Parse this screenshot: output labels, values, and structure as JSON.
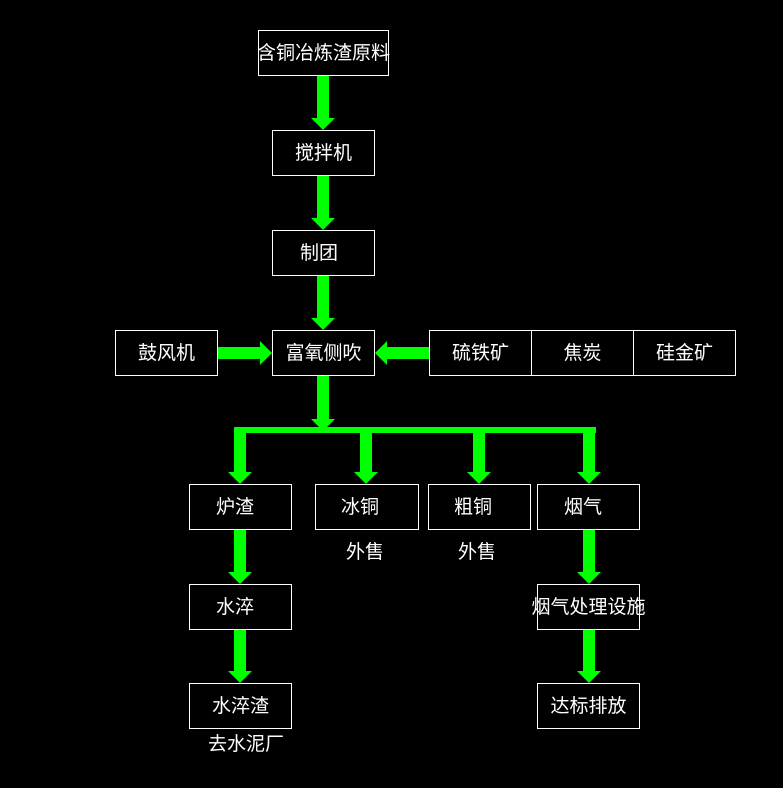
{
  "colors": {
    "background": "#000000",
    "arrow": "#00ff00",
    "box_border": "#ffffff",
    "text": "#ffffff"
  },
  "nodes": {
    "raw_material": "含铜冶炼渣原料",
    "mixer": "搅拌机",
    "briquetting": "制团",
    "blower": "鼓风机",
    "oxygen_side_blowing": "富氧侧吹",
    "pyrite": "硫铁矿",
    "coke": "焦炭",
    "silica_ore": "硅金矿",
    "furnace_slag": "炉渣",
    "ice_copper": "冰铜",
    "crude_copper": "粗铜",
    "flue_gas": "烟气",
    "water_quench": "水淬",
    "flue_gas_treatment": "烟气处理设施",
    "water_quenched_slag": "水淬渣",
    "compliant_discharge": "达标排放"
  },
  "notes": {
    "ice_copper_sale": "外售",
    "crude_copper_sale": "外售",
    "to_cement_plant": "去水泥厂"
  }
}
